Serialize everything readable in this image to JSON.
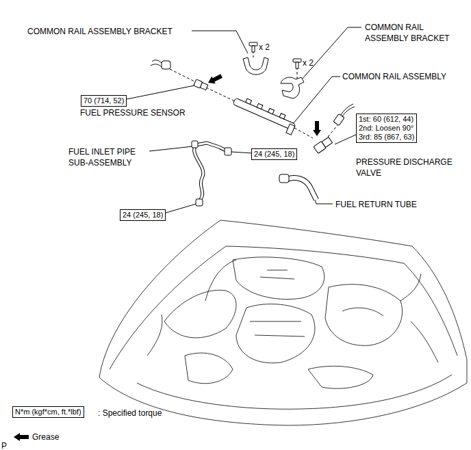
{
  "diagram": {
    "nodes": [
      {
        "text": [
          "70 (714, 52)"
        ]
      },
      {
        "text": [
          "1st: 60 (612, 44)",
          "2nd: Loosen 90°",
          "3rd: 85 (867, 63)"
        ]
      },
      {
        "text": [
          "24 (245, 18)"
        ]
      },
      {
        "text": [
          "24 (245, 18)"
        ]
      },
      {
        "text": [
          "N*m (kgf*cm, ft.*lbf)"
        ]
      }
    ],
    "labels": [
      "COMMON RAIL ASSEMBLY BRACKET",
      "x 2",
      "x 2",
      "COMMON RAIL ASSEMBLY BRACKET",
      "COMMON RAIL ASSEMBLY",
      "FUEL PRESSURE SENSOR",
      "FUEL INLET PIPE SUB-ASSEMBLY",
      "PRESSURE DISCHARGE VALVE",
      "FUEL RETURN TUBE",
      "P"
    ],
    "legend": [
      {
        "text": ": Specified torque"
      },
      {
        "text": "Grease"
      }
    ]
  }
}
